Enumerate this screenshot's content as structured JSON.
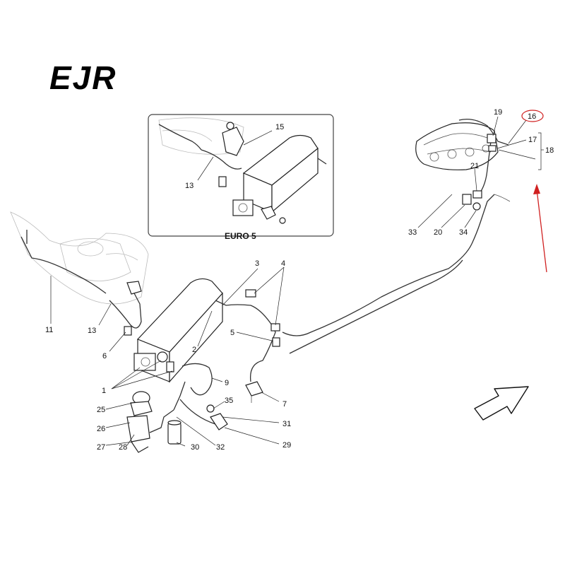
{
  "brand": {
    "logo_text": "EJR"
  },
  "inset": {
    "title": "EURO 5",
    "labels": [
      "15",
      "13"
    ]
  },
  "part_labels": [
    "1",
    "2",
    "3",
    "4",
    "5",
    "6",
    "7",
    "9",
    "11",
    "13",
    "16",
    "17",
    "18",
    "19",
    "20",
    "21",
    "25",
    "26",
    "27",
    "28",
    "29",
    "30",
    "31",
    "32",
    "33",
    "34",
    "35"
  ],
  "highlight": {
    "part": "16",
    "color": "#d02020"
  },
  "colors": {
    "line": "#222222",
    "highlight": "#d02020"
  }
}
